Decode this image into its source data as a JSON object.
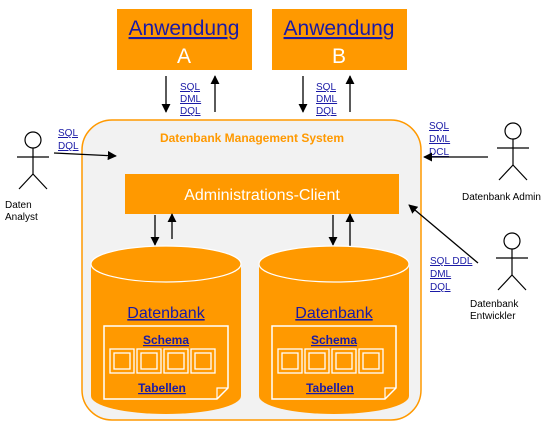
{
  "apps": [
    {
      "title": "Anwendung",
      "letter": "A",
      "queries": [
        "SQL",
        "DML",
        "DQL"
      ]
    },
    {
      "title": "Anwendung",
      "letter": "B",
      "queries": [
        "SQL",
        "DML",
        "DQL"
      ]
    }
  ],
  "dbms": {
    "title": "Datenbank Management System"
  },
  "admin_client": {
    "label": "Administrations-Client"
  },
  "databases": [
    {
      "title": "Datenbank",
      "schema": "Schema",
      "tables": "Tabellen"
    },
    {
      "title": "Datenbank",
      "schema": "Schema",
      "tables": "Tabellen"
    }
  ],
  "actors": {
    "analyst": {
      "name_line1": "Daten",
      "name_line2": "Analyst",
      "queries": [
        "SQL",
        "DQL"
      ]
    },
    "admin": {
      "name": "Datenbank Admin",
      "queries": [
        "SQL",
        "DML",
        "DCL"
      ]
    },
    "developer": {
      "name_line1": "Datenbank",
      "name_line2": "Entwickler",
      "queries": [
        "SQL DDL",
        "DML",
        "DQL"
      ]
    }
  },
  "colors": {
    "orange": "#ff9900",
    "panel": "#f2f2f2",
    "link": "#1a1aa6",
    "white": "#ffffff"
  }
}
